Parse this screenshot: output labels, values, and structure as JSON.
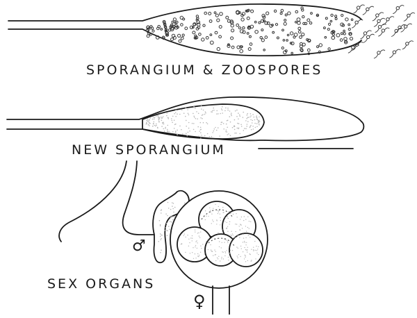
{
  "labels": {
    "sporangium_zoospores": "SPORANGIUM & ZOOSPORES",
    "new_sporangium": "NEW SPORANGIUM",
    "sex_organs": "SEX ORGANS"
  },
  "symbols": {
    "male": "♂",
    "female": "♀"
  },
  "colors": {
    "line": "#1a1a1a",
    "background": "#ffffff"
  }
}
